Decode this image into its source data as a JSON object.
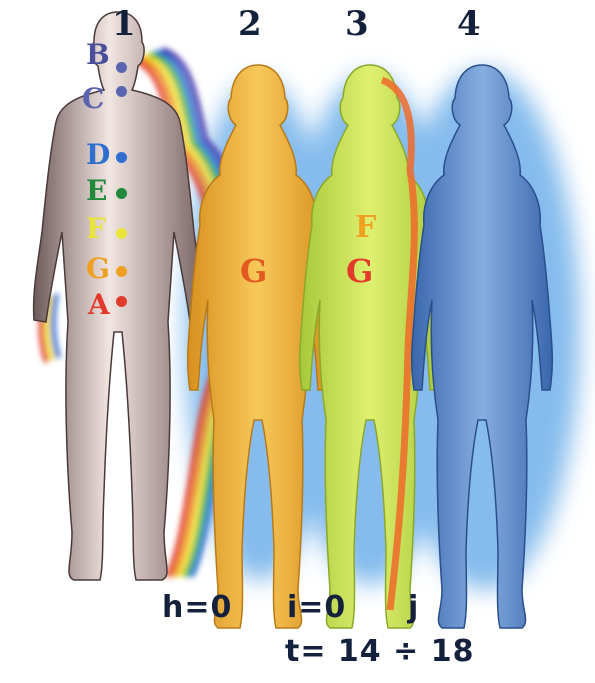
{
  "figures": [
    {
      "number": "1",
      "color": "#d9c9c4"
    },
    {
      "number": "2",
      "color": "#f0b43c"
    },
    {
      "number": "3",
      "color": "#c8e85a"
    },
    {
      "number": "4",
      "color": "#5b86c8"
    }
  ],
  "chakras": [
    {
      "letter": "B",
      "color": "#4a4f9c"
    },
    {
      "letter": "C",
      "color": "#5a63b0"
    },
    {
      "letter": "D",
      "color": "#2e6fd0"
    },
    {
      "letter": "E",
      "color": "#1f8a3a"
    },
    {
      "letter": "F",
      "color": "#e8e43a"
    },
    {
      "letter": "G",
      "color": "#f0a020"
    },
    {
      "letter": "A",
      "color": "#e23a2a"
    }
  ],
  "labels": {
    "figure2_g": "G",
    "figure3_f": "F",
    "figure3_g": "G"
  },
  "caption": {
    "h": "h=0",
    "i": "i=0",
    "j": "j",
    "t": "t= 14 ÷ 18"
  },
  "colors": {
    "aura_blue": "#6fb0ea",
    "rainbow": [
      "#e23a2a",
      "#f08a20",
      "#f0e030",
      "#3ab04a",
      "#2e6fd0",
      "#4a3ab0",
      "#8a3ab0"
    ],
    "text": "#14213d"
  }
}
